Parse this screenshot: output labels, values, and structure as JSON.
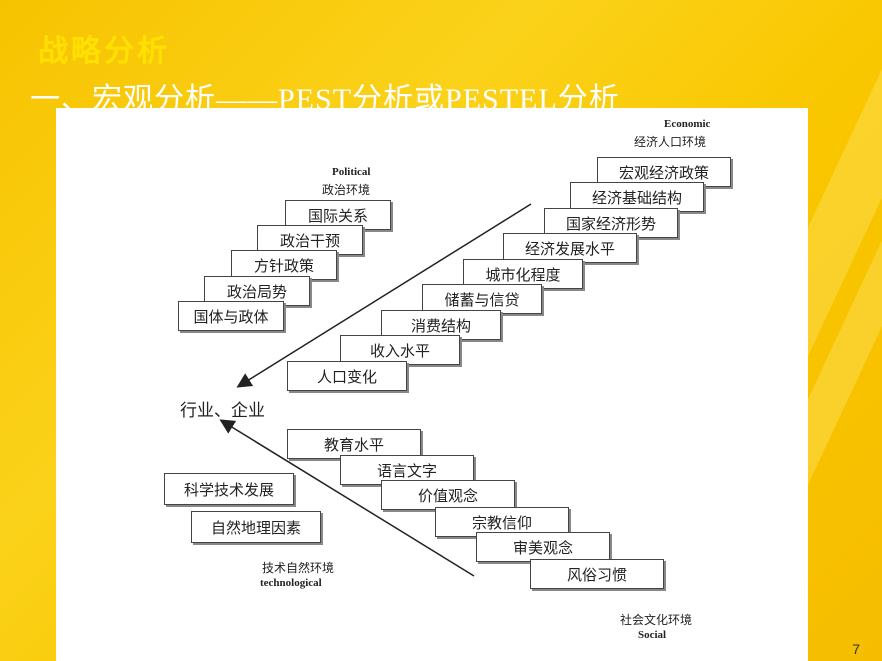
{
  "slide": {
    "title": "战略分析",
    "subtitle": "一、宏观分析——PEST分析或PESTEL分析",
    "page_number": "7"
  },
  "diagram": {
    "center": "行业、企业",
    "political": {
      "label_en": "Political",
      "label_cn": "政治环境",
      "items": [
        "国际关系",
        "政治干预",
        "方针政策",
        "政治局势",
        "国体与政体"
      ]
    },
    "economic": {
      "label_en": "Economic",
      "label_cn": "经济人口环境",
      "items": [
        "宏观经济政策",
        "经济基础结构",
        "国家经济形势",
        "经济发展水平",
        "城市化程度",
        "储蓄与信贷",
        "消费结构",
        "收入水平",
        "人口变化"
      ]
    },
    "social": {
      "label_en": "Social",
      "label_cn": "社会文化环境",
      "items": [
        "教育水平",
        "语言文字",
        "价值观念",
        "宗教信仰",
        "审美观念",
        "风俗习惯"
      ]
    },
    "technological": {
      "label_en": "technological",
      "label_cn": "技术自然环境",
      "items": [
        "科学技术发展",
        "自然地理因素"
      ]
    }
  }
}
